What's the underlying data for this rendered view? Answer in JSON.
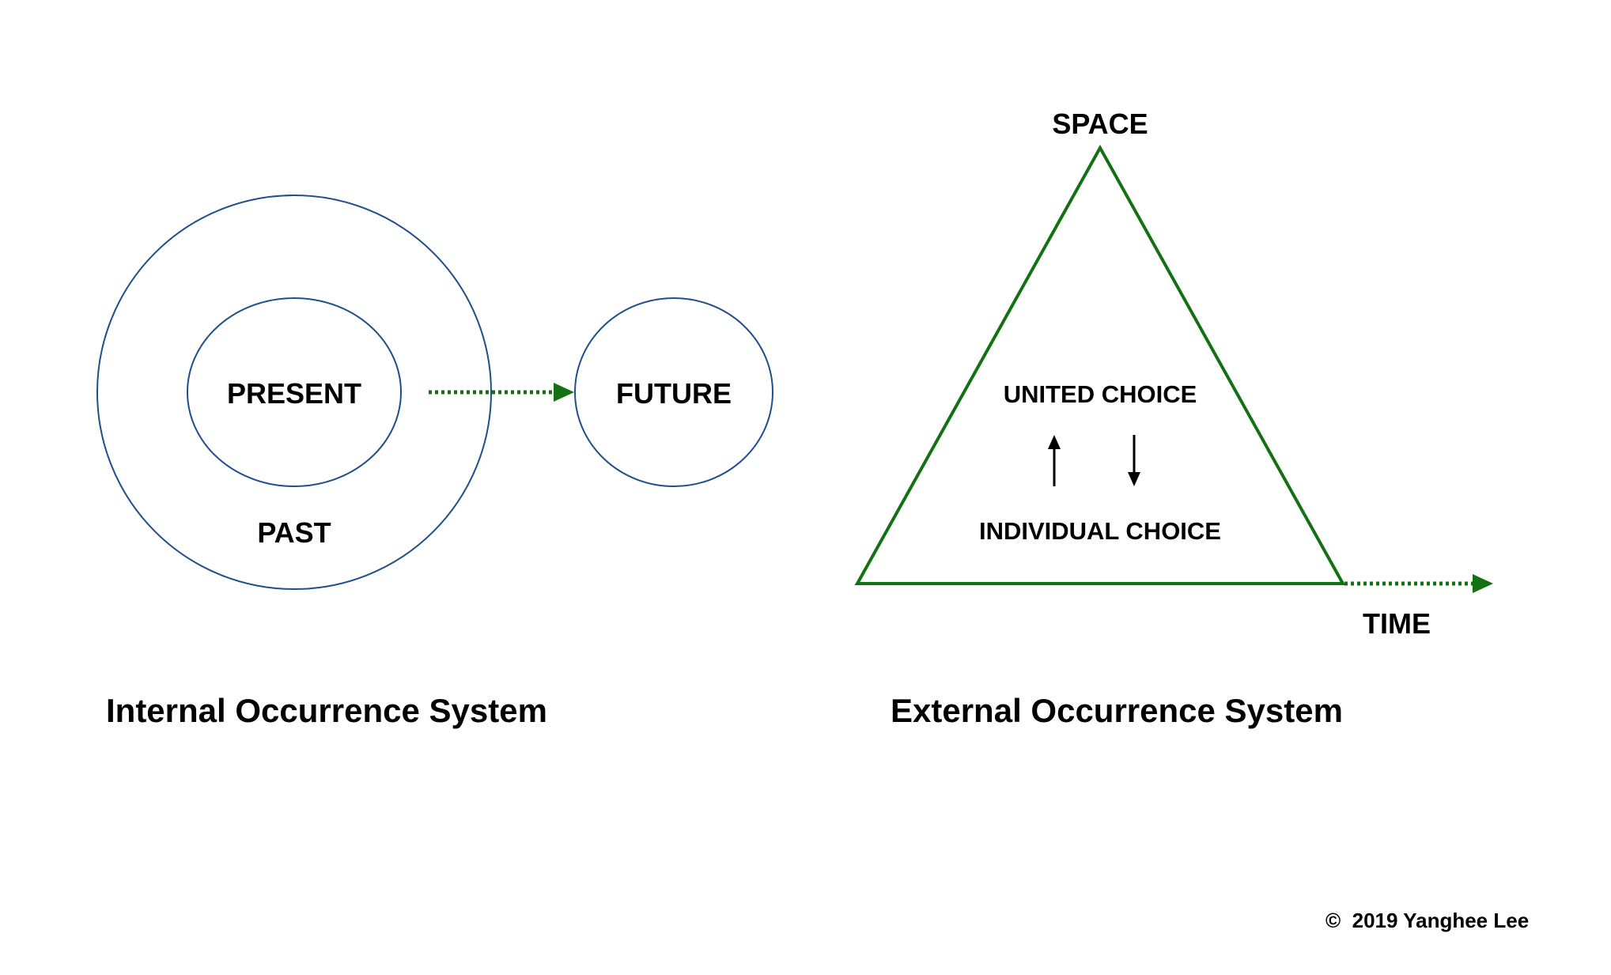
{
  "internal": {
    "present_label": "PRESENT",
    "past_label": "PAST",
    "future_label": "FUTURE",
    "title": "Internal Occurrence System"
  },
  "external": {
    "space_label": "SPACE",
    "time_label": "TIME",
    "united_label": "UNITED CHOICE",
    "individual_label": "INDIVIDUAL CHOICE",
    "title": "External Occurrence System"
  },
  "copyright": "©  2019 Yanghee Lee",
  "colors": {
    "circle": "#1f4e8c",
    "triangle": "#137013",
    "arrow": "#137013",
    "text": "#000000"
  }
}
